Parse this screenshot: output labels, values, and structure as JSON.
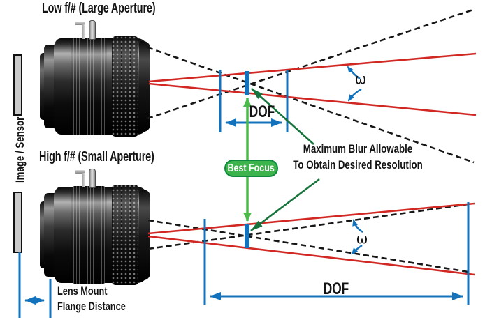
{
  "diagram": {
    "top_section": {
      "title": "Low f/# (Large Aperture)",
      "dof_label": "DOF",
      "angle_label": "ω"
    },
    "bottom_section": {
      "title": "High f/# (Small Aperture)",
      "dof_label": "DOF",
      "angle_label": "ω"
    },
    "sensor_label": "Image / Sensor",
    "flange": {
      "line1": "Lens Mount",
      "line2": "Flange Distance"
    },
    "best_focus_label": "Best Focus",
    "max_blur_note": {
      "line1": "Maximum Blur Allowable",
      "line2": "To Obtain Desired Resolution"
    },
    "colors": {
      "ray_red": "#d22823",
      "marker_blue": "#1273bc",
      "arrow_green": "#4cba4a",
      "pointer_dark_green": "#17733c",
      "best_focus_fill": "#3cb44b",
      "best_focus_border": "#0e8a3e",
      "dashed_black": "#161616",
      "sensor_gray": "#cacaca"
    }
  }
}
